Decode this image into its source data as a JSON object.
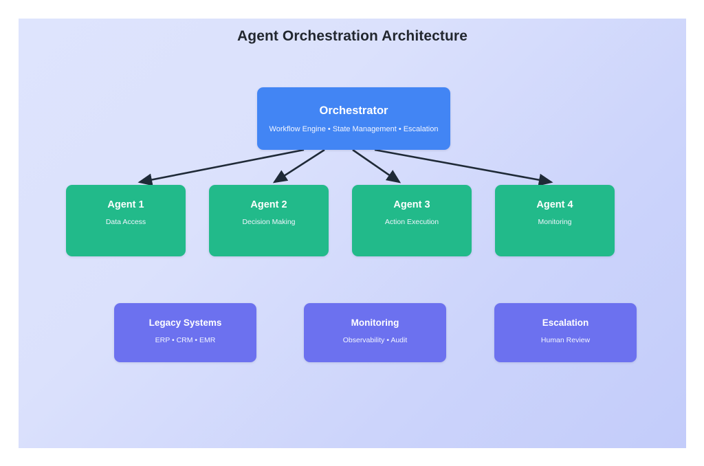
{
  "diagram": {
    "title": "Agent Orchestration Architecture",
    "background_start": "#dee4fd",
    "background_end": "#c3ccfa",
    "edge_color": "#1f2a37",
    "orchestrator": {
      "title": "Orchestrator",
      "subtitle": "Workflow Engine • State Management • Escalation",
      "color": "#4285f4"
    },
    "agents": [
      {
        "title": "Agent 1",
        "subtitle": "Data Access",
        "color": "#22ba8a"
      },
      {
        "title": "Agent 2",
        "subtitle": "Decision Making",
        "color": "#22ba8a"
      },
      {
        "title": "Agent 3",
        "subtitle": "Action Execution",
        "color": "#22ba8a"
      },
      {
        "title": "Agent 4",
        "subtitle": "Monitoring",
        "color": "#22ba8a"
      }
    ],
    "support": [
      {
        "title": "Legacy Systems",
        "subtitle": "ERP • CRM • EMR",
        "color": "#6c71ef"
      },
      {
        "title": "Monitoring",
        "subtitle": "Observability • Audit",
        "color": "#6c71ef"
      },
      {
        "title": "Escalation",
        "subtitle": "Human Review",
        "color": "#6c71ef"
      }
    ],
    "edges": [
      {
        "from": "Orchestrator",
        "to": "Agent 1"
      },
      {
        "from": "Orchestrator",
        "to": "Agent 2"
      },
      {
        "from": "Orchestrator",
        "to": "Agent 3"
      },
      {
        "from": "Orchestrator",
        "to": "Agent 4"
      }
    ]
  }
}
